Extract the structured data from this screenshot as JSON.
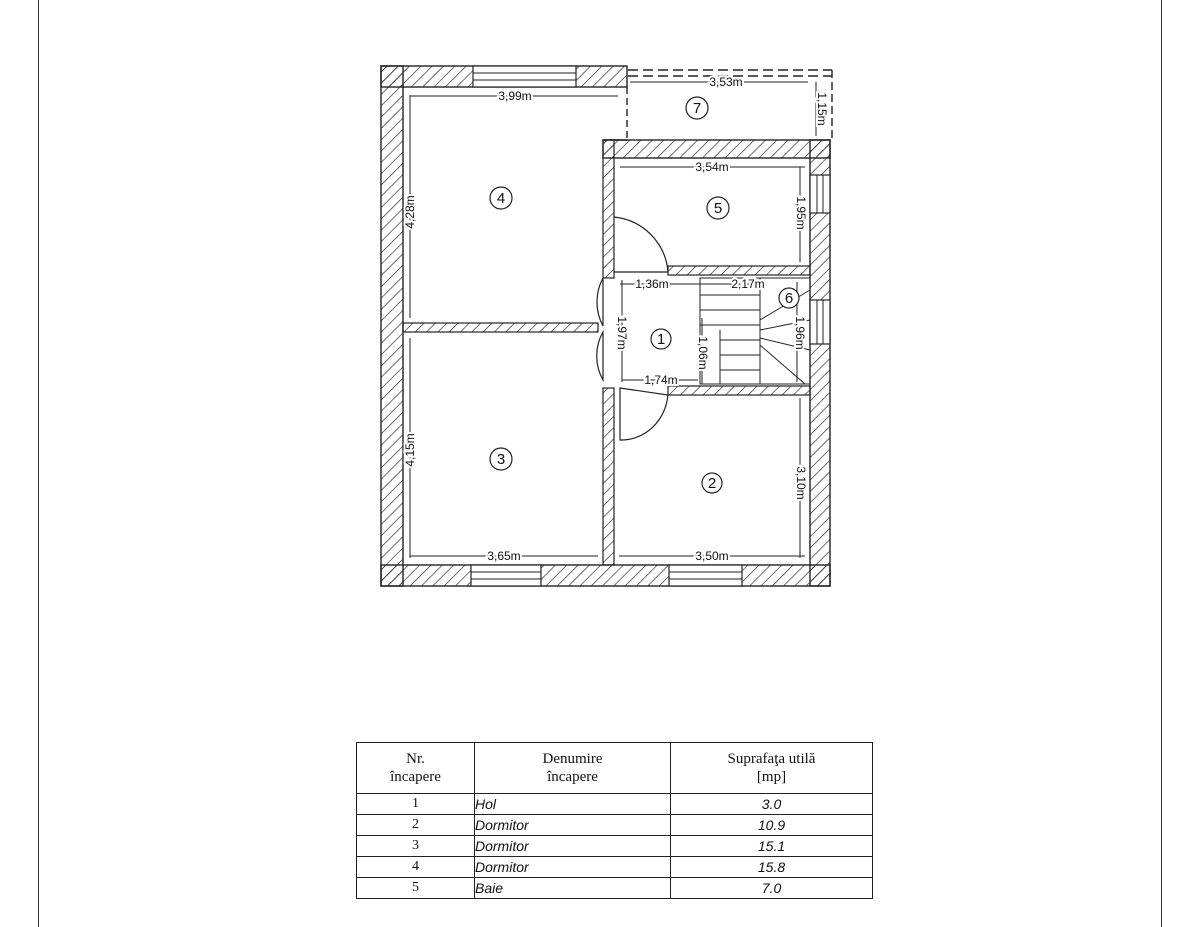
{
  "plan": {
    "dimensions": [
      "3,99m",
      "3,53m",
      "1,15m",
      "3,54m",
      "4,28m",
      "1,95m",
      "1,36m",
      "2,17m",
      "1,97m",
      "1,06m",
      "1,96m",
      "1,74m",
      "4,15m",
      "3,10m",
      "3,65m",
      "3,50m"
    ],
    "room_labels": [
      "1",
      "2",
      "3",
      "4",
      "5",
      "6",
      "7"
    ]
  },
  "table": {
    "headers": [
      [
        "Nr.",
        "încapere"
      ],
      [
        "Denumire",
        "încapere"
      ],
      [
        "Suprafaţa utilă",
        "[mp]"
      ]
    ],
    "rows": [
      {
        "nr": "1",
        "name": "Hol",
        "area": "3.0"
      },
      {
        "nr": "2",
        "name": "Dormitor",
        "area": "10.9"
      },
      {
        "nr": "3",
        "name": "Dormitor",
        "area": "15.1"
      },
      {
        "nr": "4",
        "name": "Dormitor",
        "area": "15.8"
      },
      {
        "nr": "5",
        "name": "Baie",
        "area": "7.0"
      }
    ]
  }
}
